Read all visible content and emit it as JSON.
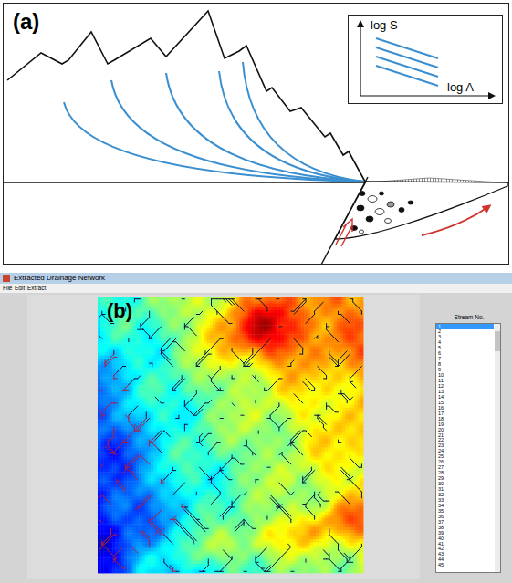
{
  "diagram": {
    "nodes": [
      {
        "text": [
          "(a)"
        ]
      },
      {
        "text": [
          "log S",
          "log A"
        ],
        "in": 0
      },
      {
        "text": [
          "Extracted Drainage Network"
        ]
      },
      {
        "text": [
          "Stream No."
        ],
        "in": 2
      }
    ],
    "labels": [
      "(b)",
      "File",
      "Edit",
      "Extract",
      "1",
      "2",
      "3",
      "4",
      "5",
      "6",
      "7",
      "8",
      "9",
      "10",
      "11",
      "12",
      "13",
      "14",
      "15",
      "16",
      "17",
      "18",
      "19",
      "20",
      "21",
      "22",
      "23",
      "24",
      "25",
      "26",
      "27",
      "28",
      "29",
      "30",
      "31",
      "32",
      "33",
      "34",
      "35",
      "36",
      "37",
      "38",
      "39",
      "40",
      "41",
      "42",
      "43",
      "44",
      "45"
    ]
  }
}
